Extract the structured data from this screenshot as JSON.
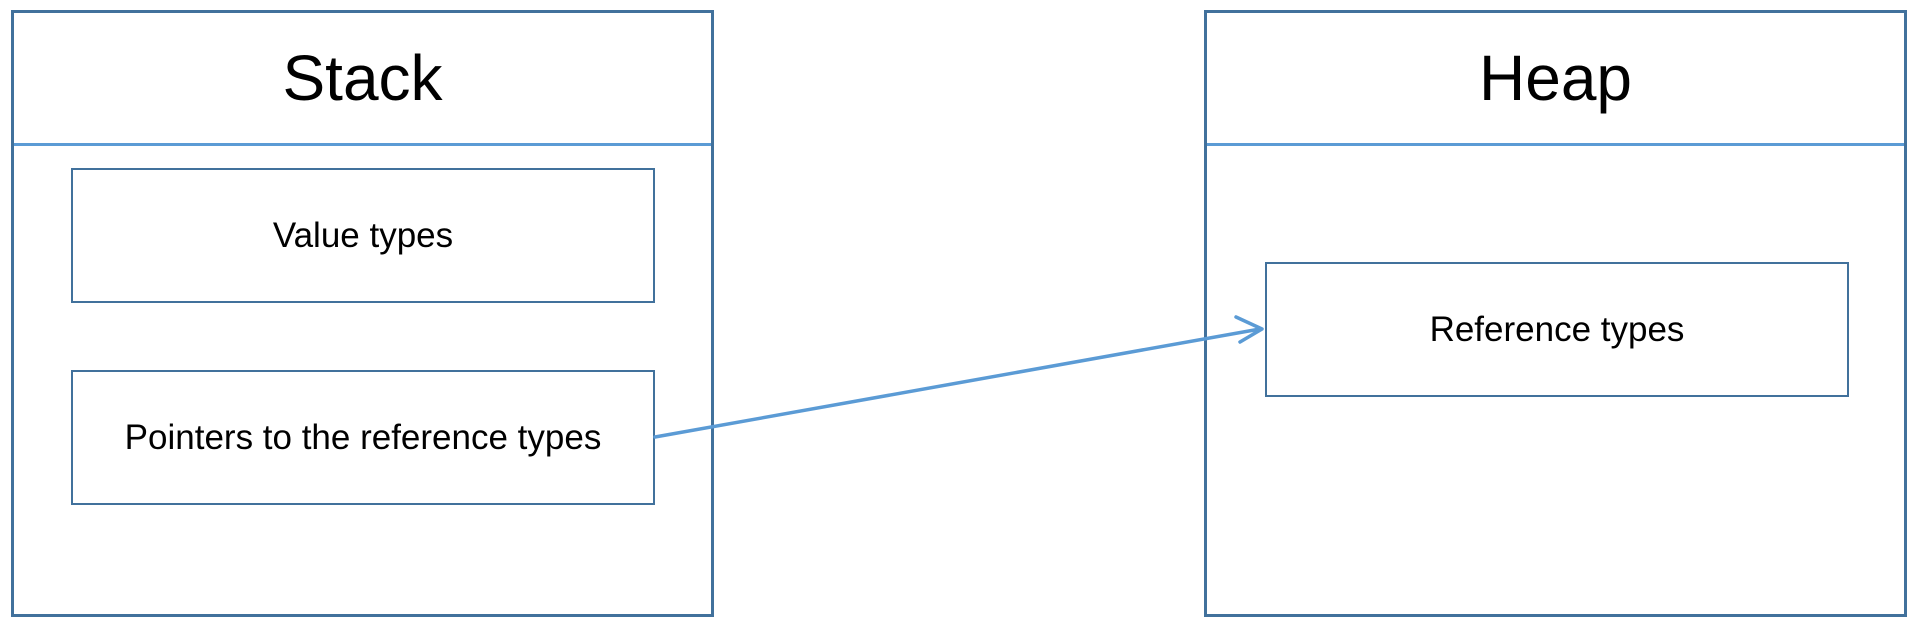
{
  "diagram": {
    "stack": {
      "title": "Stack",
      "items": [
        {
          "label": "Value types"
        },
        {
          "label": "Pointers to the reference types"
        }
      ]
    },
    "heap": {
      "title": "Heap",
      "items": [
        {
          "label": "Reference types"
        }
      ]
    },
    "connections": [
      {
        "from": "Pointers to the reference types",
        "to": "Reference types"
      }
    ],
    "colors": {
      "panel_border": "#41719c",
      "divider": "#5b9bd5",
      "arrow": "#5b9bd5"
    }
  }
}
